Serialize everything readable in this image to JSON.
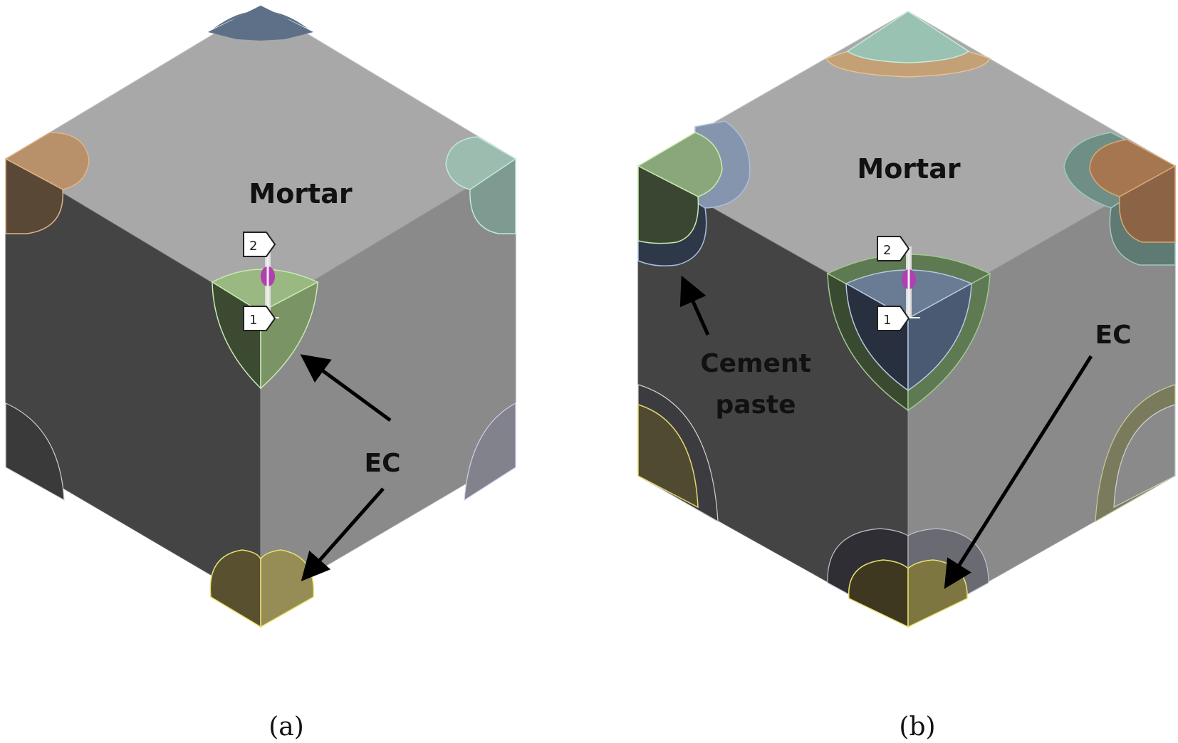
{
  "panels": [
    {
      "id": "a",
      "caption": "(a)",
      "labels": {
        "mortar": "Mortar",
        "ec": "EC"
      },
      "axis_triad": {
        "label_1": "1",
        "label_2": "2"
      }
    },
    {
      "id": "b",
      "caption": "(b)",
      "labels": {
        "mortar": "Mortar",
        "ec": "EC",
        "cement_line1": "Cement",
        "cement_line2": "paste"
      },
      "axis_triad": {
        "label_1": "1",
        "label_2": "2"
      }
    }
  ],
  "colors": {
    "top_face": "#a8a8a8",
    "left_face": "#444444",
    "right_face": "#8a8a8a",
    "ec_green": "#8fae7c",
    "ec_yellow": "#8f8a52",
    "ec_orange": "#b8906a",
    "ec_teal": "#8fb8aa",
    "ec_blue": "#5d7088",
    "ec_purple": "#80808e",
    "paste_blue": "#5a6e88",
    "paste_green": "#5b7a4e"
  },
  "icons": [
    "arrow-icon",
    "axis-triad-icon"
  ]
}
